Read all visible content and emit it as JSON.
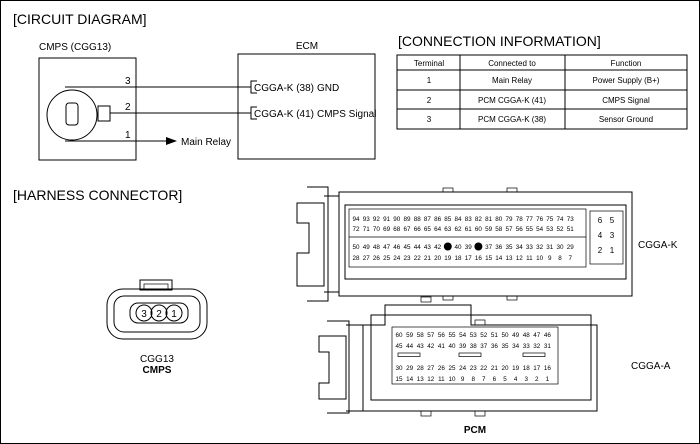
{
  "sections": {
    "circuit_title": "[CIRCUIT DIAGRAM]",
    "connection_title": "[CONNECTION INFORMATION]",
    "harness_title": "[HARNESS CONNECTOR]"
  },
  "circuit": {
    "cmps_label": "CMPS (CGG13)",
    "ecm_label": "ECM",
    "wires": [
      {
        "num": "3",
        "ecm_pin": "CGGA-K (38)",
        "ecm_func": "GND"
      },
      {
        "num": "2",
        "ecm_pin": "CGGA-K (41)",
        "ecm_func": "CMPS Signal"
      },
      {
        "num": "1",
        "dest": "Main Relay"
      }
    ]
  },
  "connection_table": {
    "headers": [
      "Terminal",
      "Connected to",
      "Function"
    ],
    "rows": [
      [
        "1",
        "Main Relay",
        "Power Supply (B+)"
      ],
      [
        "2",
        "PCM CGGA-K (41)",
        "CMPS Signal"
      ],
      [
        "3",
        "PCM CGGA-K  (38)",
        "Sensor Ground"
      ]
    ]
  },
  "harness": {
    "cmps_pins": [
      "3",
      "2",
      "1"
    ],
    "cmps_caption1": "CGG13",
    "cmps_caption2": "CMPS",
    "pcm_label": "PCM",
    "cgga_k": {
      "label": "CGGA-K",
      "rows": [
        [
          "94",
          "93",
          "92",
          "91",
          "90",
          "89",
          "88",
          "87",
          "86",
          "85",
          "84",
          "83",
          "82",
          "81",
          "80",
          "79",
          "78",
          "77",
          "76",
          "75",
          "74",
          "73"
        ],
        [
          "72",
          "71",
          "70",
          "69",
          "68",
          "67",
          "66",
          "65",
          "64",
          "63",
          "62",
          "61",
          "60",
          "59",
          "58",
          "57",
          "56",
          "55",
          "54",
          "53",
          "52",
          "51"
        ],
        [
          "50",
          "49",
          "48",
          "47",
          "46",
          "45",
          "44",
          "43",
          "42",
          "",
          "40",
          "39",
          "",
          "37",
          "36",
          "35",
          "34",
          "33",
          "32",
          "31",
          "30",
          "29"
        ],
        [
          "28",
          "27",
          "26",
          "25",
          "24",
          "23",
          "22",
          "21",
          "20",
          "19",
          "18",
          "17",
          "16",
          "15",
          "14",
          "13",
          "12",
          "11",
          "10",
          "9",
          "8",
          "7"
        ]
      ],
      "side": [
        "6",
        "5",
        "4",
        "3",
        "2",
        "1"
      ]
    },
    "cgga_a": {
      "label": "CGGA-A",
      "rows": [
        [
          "60",
          "59",
          "58",
          "57",
          "56",
          "55",
          "54",
          "53",
          "52",
          "51",
          "50",
          "49",
          "48",
          "47",
          "46"
        ],
        [
          "45",
          "44",
          "43",
          "42",
          "41",
          "40",
          "39",
          "38",
          "37",
          "36",
          "35",
          "34",
          "33",
          "32",
          "31"
        ],
        [
          "30",
          "29",
          "28",
          "27",
          "26",
          "25",
          "24",
          "23",
          "22",
          "21",
          "20",
          "19",
          "18",
          "17",
          "16"
        ],
        [
          "15",
          "14",
          "13",
          "12",
          "11",
          "10",
          "9",
          "8",
          "7",
          "6",
          "5",
          "4",
          "3",
          "2",
          "1"
        ]
      ]
    }
  }
}
